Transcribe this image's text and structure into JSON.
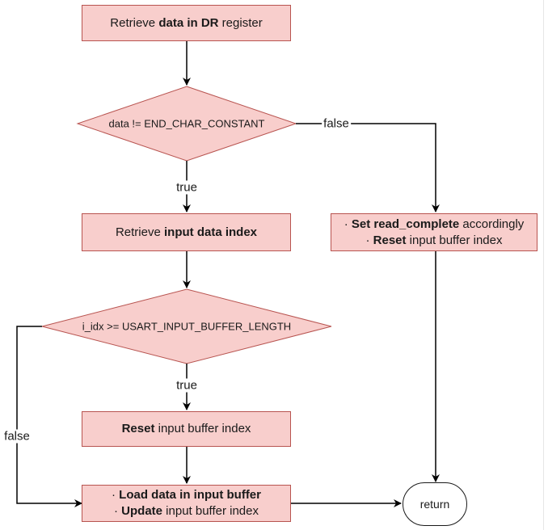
{
  "colors": {
    "process_fill": "#f8cecc",
    "process_stroke": "#b85450",
    "edge": "#000000"
  },
  "nodes": {
    "retrieve_dr": {
      "pre": "Retrieve ",
      "bold": "data in DR",
      "post": " register"
    },
    "decision_end_char": {
      "text": "data != END_CHAR_CONSTANT"
    },
    "retrieve_index": {
      "pre": "Retrieve ",
      "bold": "input data index",
      "post": ""
    },
    "decision_idx": {
      "text": "i_idx >= USART_INPUT_BUFFER_LENGTH"
    },
    "reset_index": {
      "pre": "",
      "bold": "Reset",
      "post": " input buffer index"
    },
    "load_update": {
      "line1": {
        "pre": "· ",
        "bold": "Load data in input buffer",
        "post": ""
      },
      "line2": {
        "pre": "· ",
        "bold": "Update",
        "post": " input buffer index"
      }
    },
    "set_read_complete": {
      "line1": {
        "pre": "· ",
        "bold": "Set read_complete",
        "post": " accordingly"
      },
      "line2": {
        "pre": "· ",
        "bold": "Reset",
        "post": " input buffer index"
      }
    },
    "return": {
      "text": "return"
    }
  },
  "edge_labels": {
    "end_char_false": "false",
    "end_char_true": "true",
    "idx_true": "true",
    "idx_false": "false"
  }
}
